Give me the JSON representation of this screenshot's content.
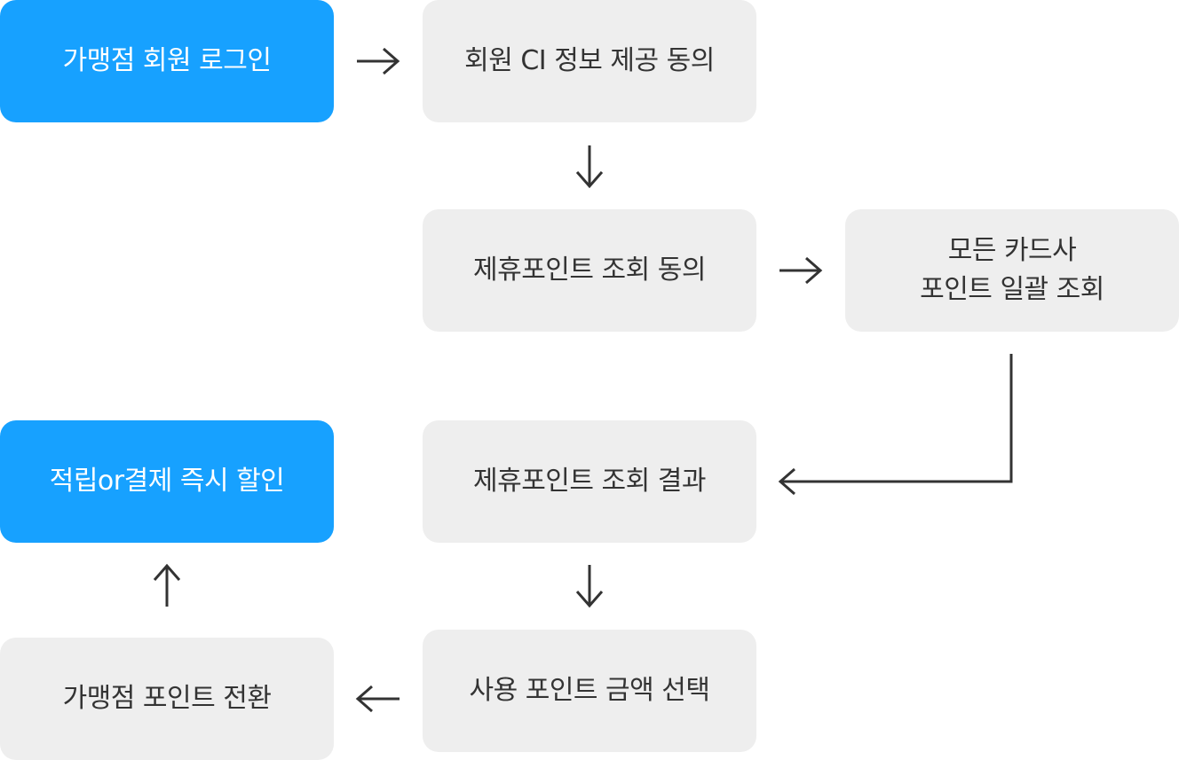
{
  "boxes": {
    "login": "가맹점 회원 로그인",
    "ci_consent": "회원 CI 정보 제공 동의",
    "point_query_consent": "제휴포인트 조회 동의",
    "all_cards_query": "모든 카드사\n포인트 일괄 조회",
    "query_result": "제휴포인트 조회 결과",
    "instant_discount": "적립or결제 즉시 할인",
    "select_amount": "사용 포인트 금액 선택",
    "convert_points": "가맹점 포인트 전환"
  },
  "colors": {
    "accent_box": "#17a1ff",
    "neutral_box": "#eeeeee",
    "text_dark": "#333333",
    "text_light": "#ffffff",
    "arrow": "#333333"
  }
}
